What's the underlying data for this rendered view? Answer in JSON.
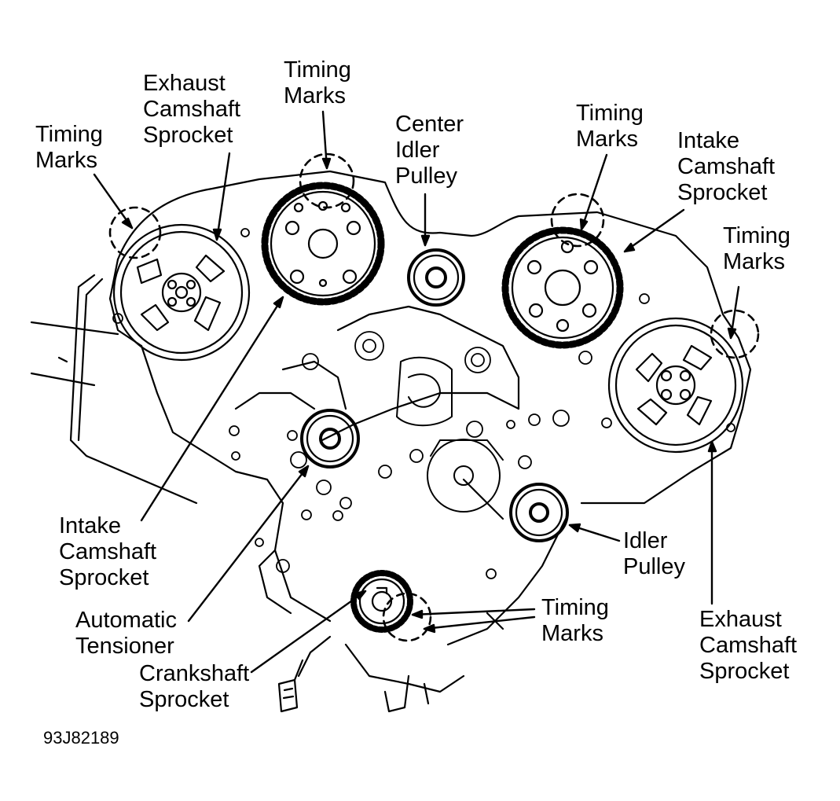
{
  "figure_code": "93J82189",
  "labels": {
    "timing_marks_left": [
      "Timing",
      "Marks"
    ],
    "exhaust_cam_left": [
      "Exhaust",
      "Camshaft",
      "Sprocket"
    ],
    "timing_marks_top": [
      "Timing",
      "Marks"
    ],
    "center_idler": [
      "Center",
      "Idler",
      "Pulley"
    ],
    "timing_marks_right_top": [
      "Timing",
      "Marks"
    ],
    "intake_cam_right": [
      "Intake",
      "Camshaft",
      "Sprocket"
    ],
    "timing_marks_far_right": [
      "Timing",
      "Marks"
    ],
    "intake_cam_left": [
      "Intake",
      "Camshaft",
      "Sprocket"
    ],
    "auto_tensioner": [
      "Automatic",
      "Tensioner"
    ],
    "crankshaft": [
      "Crankshaft",
      "Sprocket"
    ],
    "timing_marks_bottom": [
      "Timing",
      "Marks"
    ],
    "idler_pulley": [
      "Idler",
      "Pulley"
    ],
    "exhaust_cam_right": [
      "Exhaust",
      "Camshaft",
      "Sprocket"
    ]
  },
  "colors": {
    "line": "#000000",
    "background": "#ffffff"
  }
}
